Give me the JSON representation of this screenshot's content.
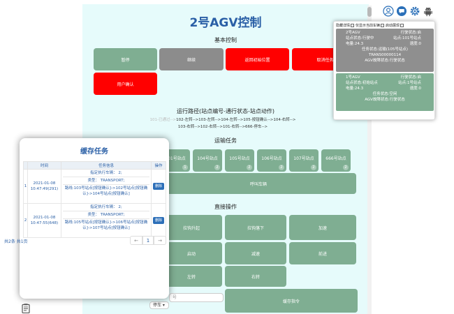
{
  "title": "2号AGV控制",
  "basic": {
    "label": "基本控制",
    "buttons": [
      "暂停",
      "继续",
      "返回初始位置",
      "取消任务",
      "用户确认"
    ],
    "colors": {
      "green": "#7fae92",
      "gray": "#8c8c8c",
      "red": "#ff0000"
    }
  },
  "route": {
    "label": "运行路径(站点编号-通行状态-站点动作)",
    "line1_faded": "101-已通过-->",
    "line1": "102-左转-->103-左转-->104-左转-->105-按钮确认-->104-右转-->",
    "line2": "103-右转-->102-右转-->101-右转-->666-停车-->"
  },
  "transport": {
    "label": "运输任务",
    "stations": [
      {
        "name": "101号站点",
        "count": "1"
      },
      {
        "name": "104号站点",
        "count": "2"
      },
      {
        "name": "105号站点",
        "count": "2"
      },
      {
        "name": "106号站点",
        "count": "2"
      },
      {
        "name": "107号站点",
        "count": "2"
      },
      {
        "name": "666号站点",
        "count": "2"
      }
    ],
    "call_button": "呼叫车辆"
  },
  "direct": {
    "label": "直接操作",
    "buttons": [
      "拉钩升起",
      "拉钩落下",
      "加速",
      "启动",
      "减速",
      "前进",
      "左转",
      "右转"
    ],
    "station_placeholder": "号",
    "stop_value": "停车",
    "cache_button": "缓存指令"
  },
  "status_panel": {
    "checkbox_labels": [
      "隐藏详情",
      "仅显示当前车辆",
      "启动展现"
    ],
    "agvs": [
      {
        "name": "2号AGV",
        "run_status": "行驶状态:启",
        "station_status": "站点状态:行驶中",
        "station": "站点:101号站点",
        "battery": "电量:24.3",
        "speed": "速度:0",
        "task_status": "任务状态:运输(105号站点)",
        "task_id": "TRANS00000114",
        "fault": "AGV故障状态:行驶状态"
      },
      {
        "name": "1号AGV",
        "run_status": "行驶状态:启",
        "station_status": "站点状态:初始站点",
        "station": "站点:1号站点",
        "battery": "电量:24.3",
        "speed": "速度:0",
        "task_status": "任务状态:空闲",
        "fault": "AGV故障状态:行驶状态"
      }
    ]
  },
  "cache": {
    "title": "缓存任务",
    "headers": [
      "时间",
      "任务信息",
      "操作"
    ],
    "rows": [
      {
        "index": "1",
        "time": "2021-01-08 10:47:49(291)",
        "info": [
          "指定执行车辆： 2;",
          "类型： TRANSPORT;",
          "路线:103号站点[按钮确认]->102号站点[按钮确认]->104号站点[按钮确认]"
        ],
        "action": "删除"
      },
      {
        "index": "2",
        "time": "2021-01-08 10:47:55(648)",
        "info": [
          "指定执行车辆： 2;",
          "类型： TRANSPORT;",
          "路线:105号站点[按钮确认]->106号站点[按钮确认]->107号站点[按钮确认]"
        ],
        "action": "删除"
      }
    ],
    "pagination_text": "共2条 共1页",
    "page_prev": "←",
    "page_current": "1",
    "page_next": "→"
  }
}
